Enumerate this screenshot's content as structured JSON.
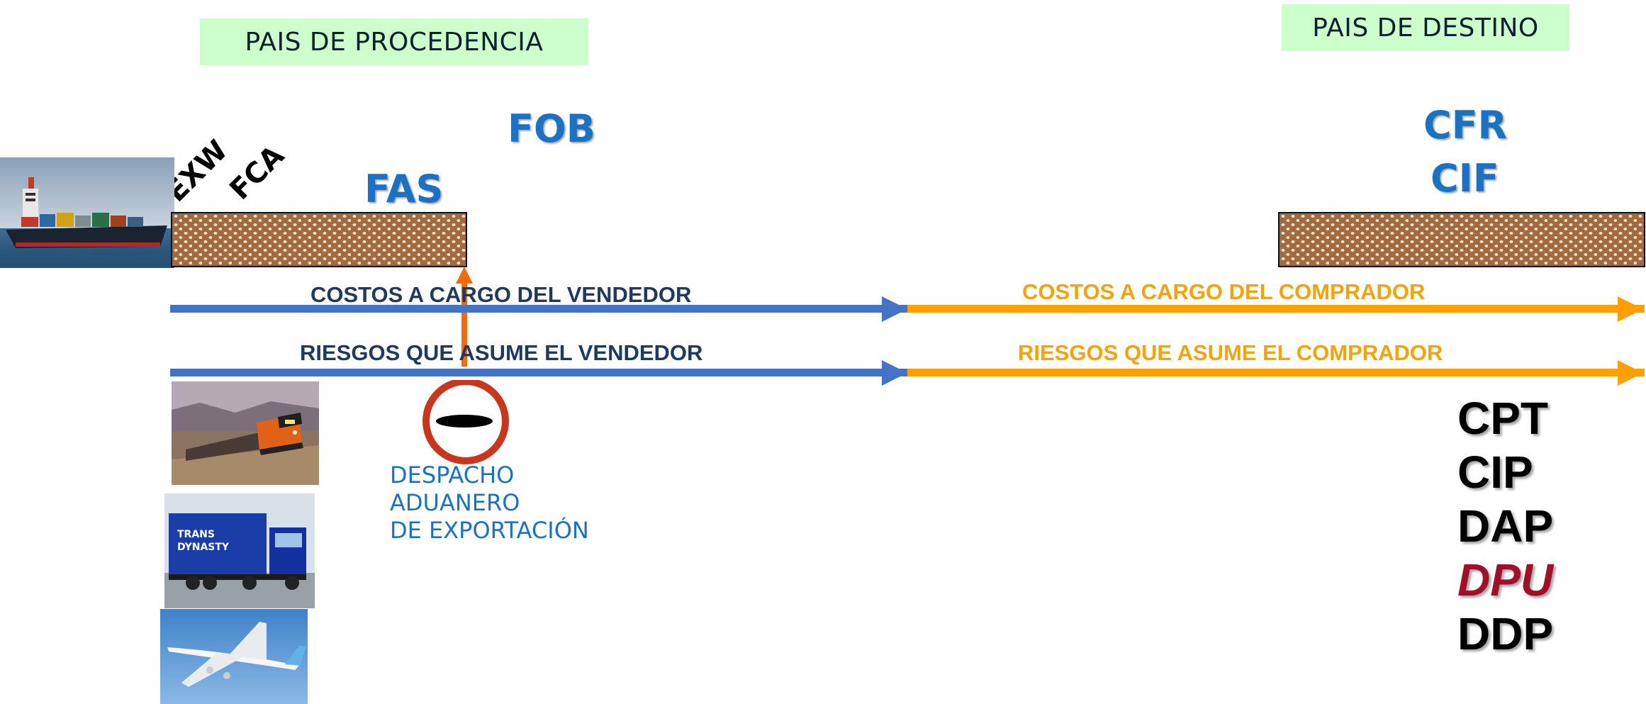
{
  "headers": {
    "origin": "PAIS DE PROCEDENCIA",
    "destination": "PAIS DE DESTINO"
  },
  "terms": {
    "exw": "EXW",
    "fca": "FCA",
    "fas": "FAS",
    "fob": "FOB",
    "cfr": "CFR",
    "cif": "CIF"
  },
  "flows": {
    "seller_costs": "COSTOS A CARGO DEL VENDEDOR",
    "buyer_costs": "COSTOS A CARGO DEL COMPRADOR",
    "seller_risks": "RIESGOS QUE ASUME EL VENDEDOR",
    "buyer_risks": "RIESGOS QUE ASUME EL COMPRADOR"
  },
  "customs": {
    "line1": "DESPACHO",
    "line2": "ADUANERO",
    "line3": "DE EXPORTACIÓN"
  },
  "right_terms": [
    "CPT",
    "CIP",
    "DAP",
    "DPU",
    "DDP"
  ],
  "colors": {
    "seller_arrow": "#4472c4",
    "buyer_arrow": "#ffa000",
    "export_arrow": "#f36a10",
    "stop_ring": "#c8361e"
  }
}
